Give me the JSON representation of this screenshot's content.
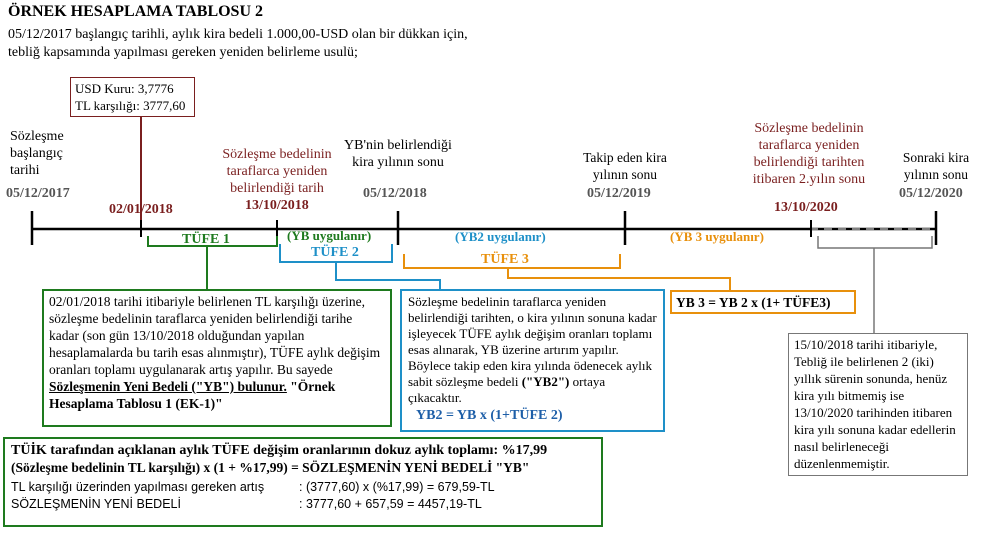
{
  "title": "ÖRNEK HESAPLAMA TABLOSU 2",
  "intro": {
    "line1": "05/12/2017 başlangıç tarihli, aylık kira bedeli 1.000,00-USD olan bir dükkan için,",
    "line2": "tebliğ kapsamında yapılması gereken yeniden belirleme usulü;"
  },
  "usd_box": {
    "line1": "USD Kuru: 3,7776",
    "line2": "TL karşılığı: 3777,60"
  },
  "timeline": {
    "p1": {
      "label": "Sözleşme başlangıç tarihi",
      "date": "05/12/2017"
    },
    "p2": {
      "date": "02/01/2018"
    },
    "p3": {
      "label": "Sözleşme bedelinin taraflarca yeniden belirlendiği tarih",
      "date": "13/10/2018"
    },
    "p4": {
      "label": "YB'nin belirlendiği kira yılının sonu",
      "date": "05/12/2018"
    },
    "p5": {
      "label": "Takip eden kira yılının sonu",
      "date": "05/12/2019"
    },
    "p6": {
      "label": "Sözleşme bedelinin taraflarca yeniden belirlendiği tarihten itibaren 2.yılın sonu",
      "date": "13/10/2020"
    },
    "p7": {
      "label": "Sonraki kira yılının sonu",
      "date": "05/12/2020"
    }
  },
  "segments": {
    "yb": "(YB uygulanır)",
    "yb2": "(YB2 uygulanır)",
    "yb3": "(YB 3 uygulanır)"
  },
  "brackets": {
    "tufe1": "TÜFE 1",
    "tufe2": "TÜFE 2",
    "tufe3": "TÜFE 3"
  },
  "green_box": {
    "text": "02/01/2018 tarihi itibariyle belirlenen TL karşılığı üzerine, sözleşme bedelinin taraflarca yeniden belirlendiği tarihe kadar (son gün 13/10/2018 olduğundan yapılan hesaplamalarda bu tarih esas alınmıştır), TÜFE aylık değişim oranları toplamı uygulanarak artış yapılır. Bu sayede",
    "bold1": "Sözleşmenin Yeni Bedeli (\"YB\") bulunur.",
    "bold2": "\"Örnek Hesaplama Tablosu 1 (EK-1)\""
  },
  "blue_box": {
    "text": "Sözleşme bedelinin taraflarca yeniden belirlendiği tarihten, o kira yılının sonuna kadar işleyecek TÜFE aylık değişim oranları toplamı esas alınarak, YB üzerine artırım yapılır. Böylece takip eden kira yılında ödenecek aylık sabit sözleşme bedeli",
    "bold": "(\"YB2\")",
    "tail": "ortaya çıkacaktır.",
    "formula": "YB2 = YB x (1+TÜFE 2)"
  },
  "yb3_box": "YB 3 = YB 2 x (1+ TÜFE3)",
  "note_box": "15/10/2018 tarihi itibariyle, Tebliğ ile belirlenen 2 (iki) yıllık sürenin sonunda, henüz kira yılı bitmemiş ise 13/10/2020 tarihinden itibaren kira yılı sonuna kadar edellerin nasıl belirleneceği düzenlenmemiştir.",
  "calc_box": {
    "line1": "TÜİK tarafından açıklanan aylık TÜFE değişim oranlarının dokuz aylık toplamı: %17,99",
    "line2": "(Sözleşme bedelinin TL karşılığı) x (1 + %17,99) = SÖZLEŞMENİN YENİ BEDELİ \"YB\"",
    "row1_label": "TL karşılığı üzerinden yapılması gereken artış",
    "row1_value": ": (3777,60) x (%17,99) = 679,59-TL",
    "row2_label": "SÖZLEŞMENİN YENİ BEDELİ",
    "row2_value": ": 3777,60 + 657,59 = 4457,19-TL"
  },
  "colors": {
    "green": "#1e7a1e",
    "blue": "#1e90c8",
    "orange": "#e8900c",
    "maroon": "#7a1f1f",
    "gray": "#555555"
  }
}
